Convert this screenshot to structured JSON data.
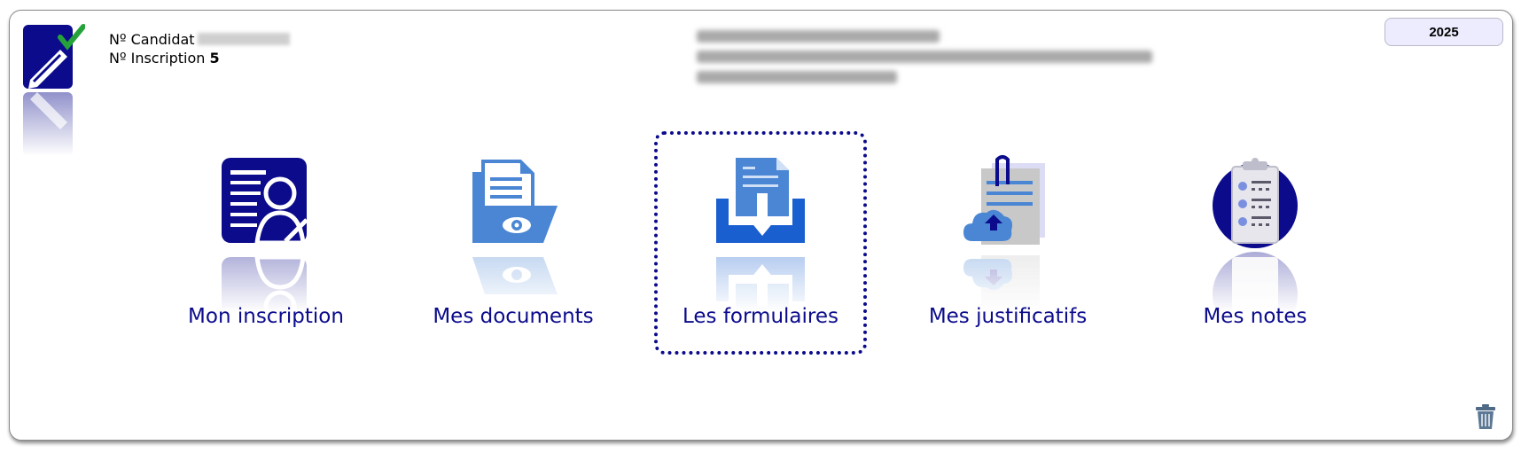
{
  "header": {
    "candidate_label": "Nº Candidat",
    "inscription_label": "Nº Inscription",
    "inscription_value": "5",
    "year_button": "2025"
  },
  "tiles": [
    {
      "label": "Mon inscription",
      "icon": "registration-form-icon"
    },
    {
      "label": "Mes documents",
      "icon": "documents-folder-eye-icon"
    },
    {
      "label": "Les formulaires",
      "icon": "forms-download-icon"
    },
    {
      "label": "Mes justificatifs",
      "icon": "clipboard-upload-cloud-icon"
    },
    {
      "label": "Mes notes",
      "icon": "clipboard-checklist-icon"
    }
  ],
  "colors": {
    "primary": "#0b0b8c",
    "accent_blue": "#4a86d4",
    "year_button_bg": "#ececfe"
  }
}
